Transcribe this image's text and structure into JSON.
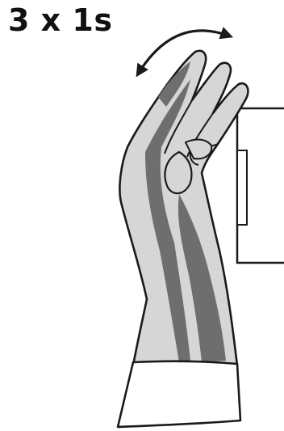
{
  "instruction": {
    "label": "3 x 1s"
  },
  "icons": {
    "motion_arrow": "double-headed-curved-arrow-icon",
    "hand": "hand-illustration",
    "device": "wall-device-illustration"
  },
  "colors": {
    "outline": "#1a1a1a",
    "skin_light": "#d6d6d6",
    "skin_shadow": "#6e6e6e",
    "background": "#ffffff",
    "text": "#111111"
  }
}
